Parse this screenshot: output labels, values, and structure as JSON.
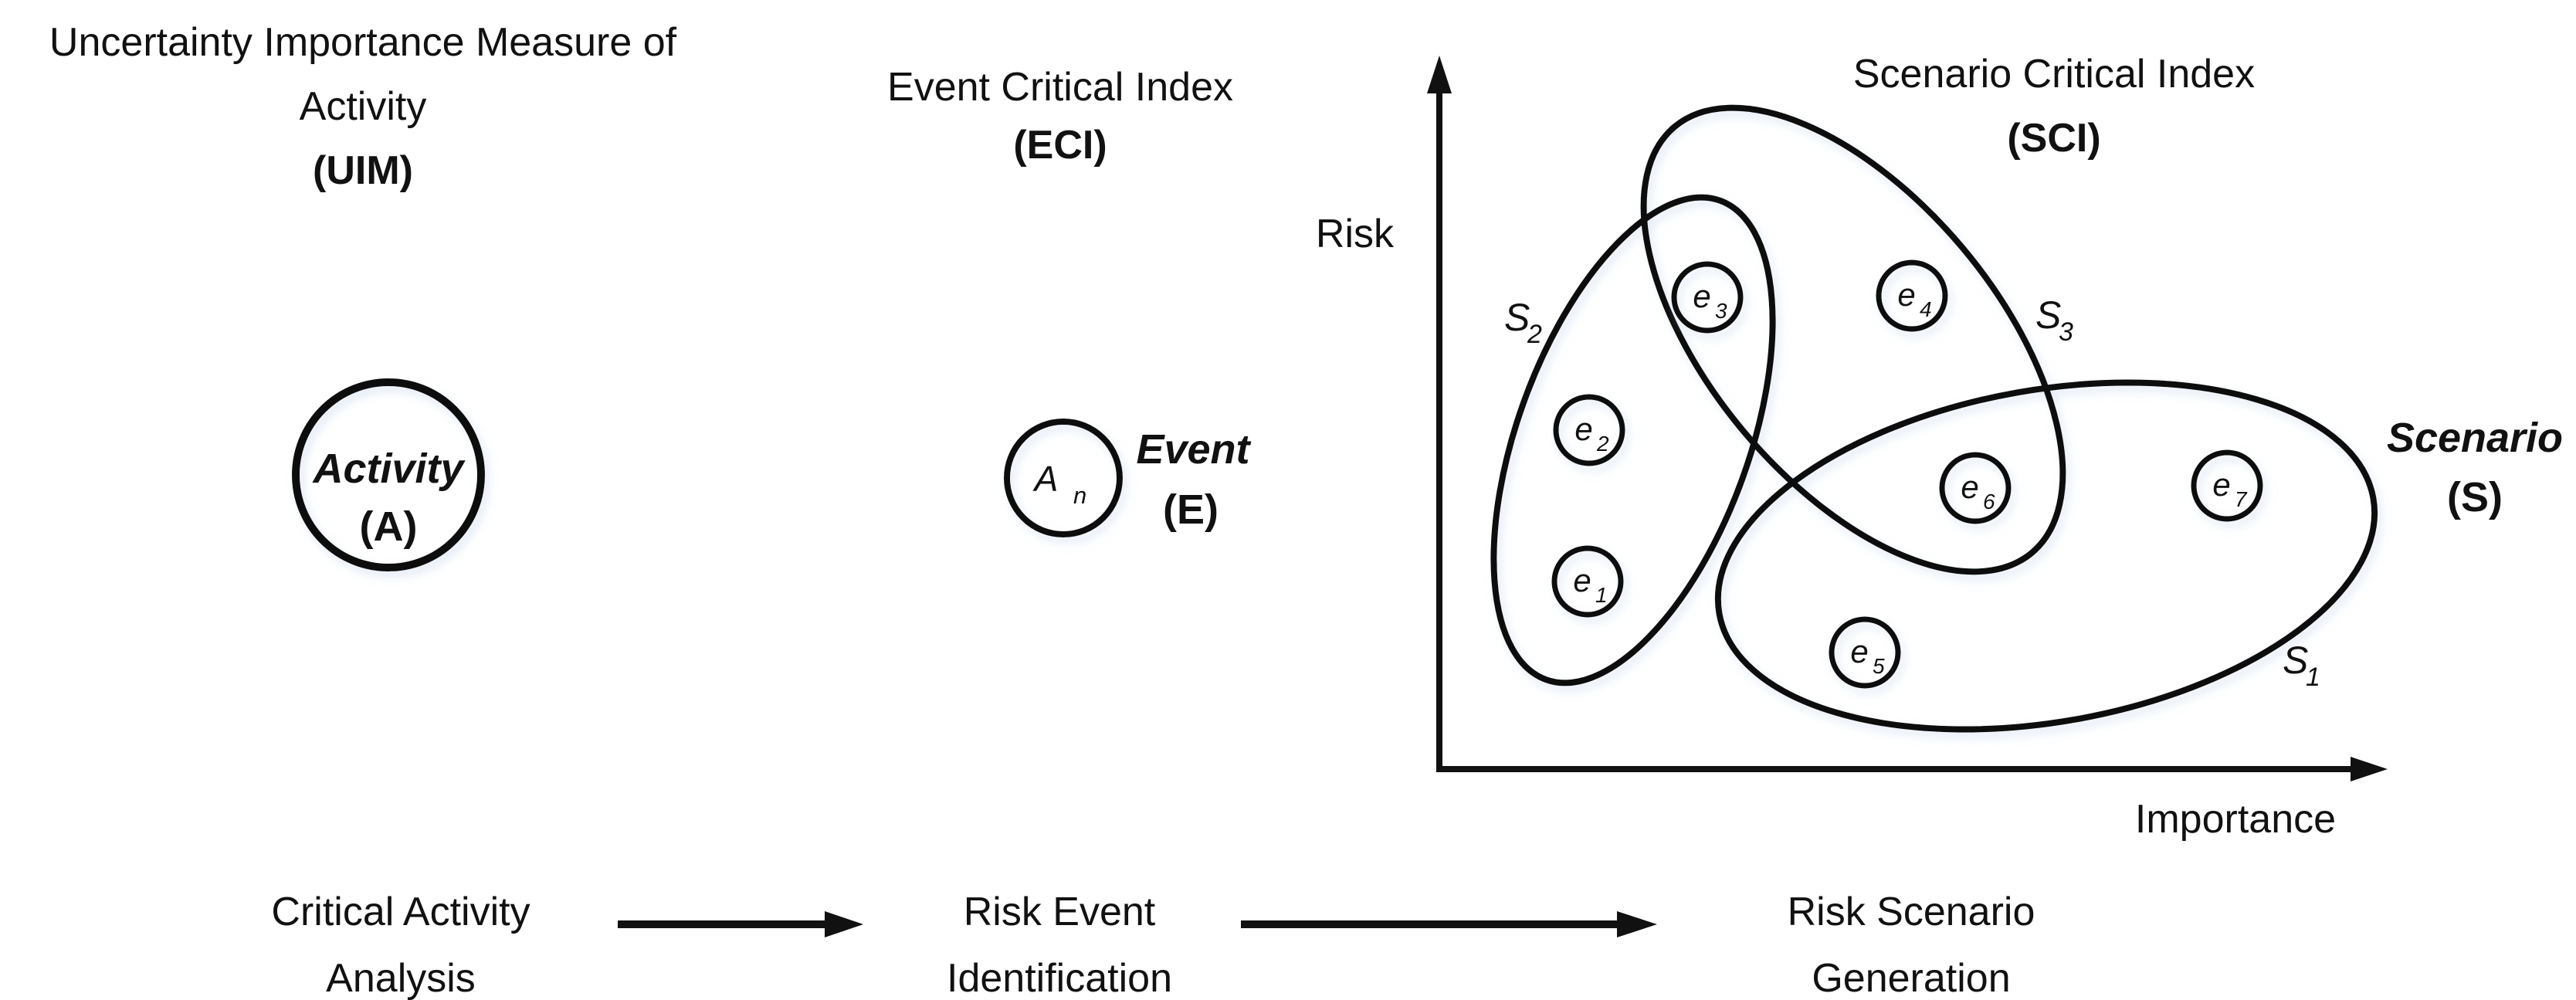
{
  "header": {
    "uim": {
      "line1": "Uncertainty Importance Measure of",
      "line2": "Activity",
      "abbr": "(UIM)"
    },
    "eci": {
      "line1": "Event Critical Index",
      "abbr": "(ECI)"
    },
    "sci": {
      "line1": "Scenario Critical Index",
      "abbr": "(SCI)"
    }
  },
  "nodes": {
    "activity": {
      "label": "Activity",
      "abbr": "(A)"
    },
    "event": {
      "circle_base": "A",
      "circle_sub": "n",
      "label": "Event",
      "abbr": "(E)"
    },
    "scenario": {
      "label": "Scenario",
      "abbr": "(S)"
    }
  },
  "plot": {
    "y_axis_label": "Risk",
    "x_axis_label": "Importance",
    "scenario_sets": [
      {
        "base": "S",
        "sub": "1"
      },
      {
        "base": "S",
        "sub": "2"
      },
      {
        "base": "S",
        "sub": "3"
      }
    ],
    "events": [
      {
        "base": "e",
        "sub": "1"
      },
      {
        "base": "e",
        "sub": "2"
      },
      {
        "base": "e",
        "sub": "3"
      },
      {
        "base": "e",
        "sub": "4"
      },
      {
        "base": "e",
        "sub": "5"
      },
      {
        "base": "e",
        "sub": "6"
      },
      {
        "base": "e",
        "sub": "7"
      }
    ]
  },
  "process_steps": [
    {
      "line1": "Critical Activity",
      "line2": "Analysis"
    },
    {
      "line1": "Risk Event",
      "line2": "Identification"
    },
    {
      "line1": "Risk Scenario",
      "line2": "Generation"
    }
  ],
  "colors": {
    "ink": "#111111",
    "glow": "#c7d7ee"
  }
}
